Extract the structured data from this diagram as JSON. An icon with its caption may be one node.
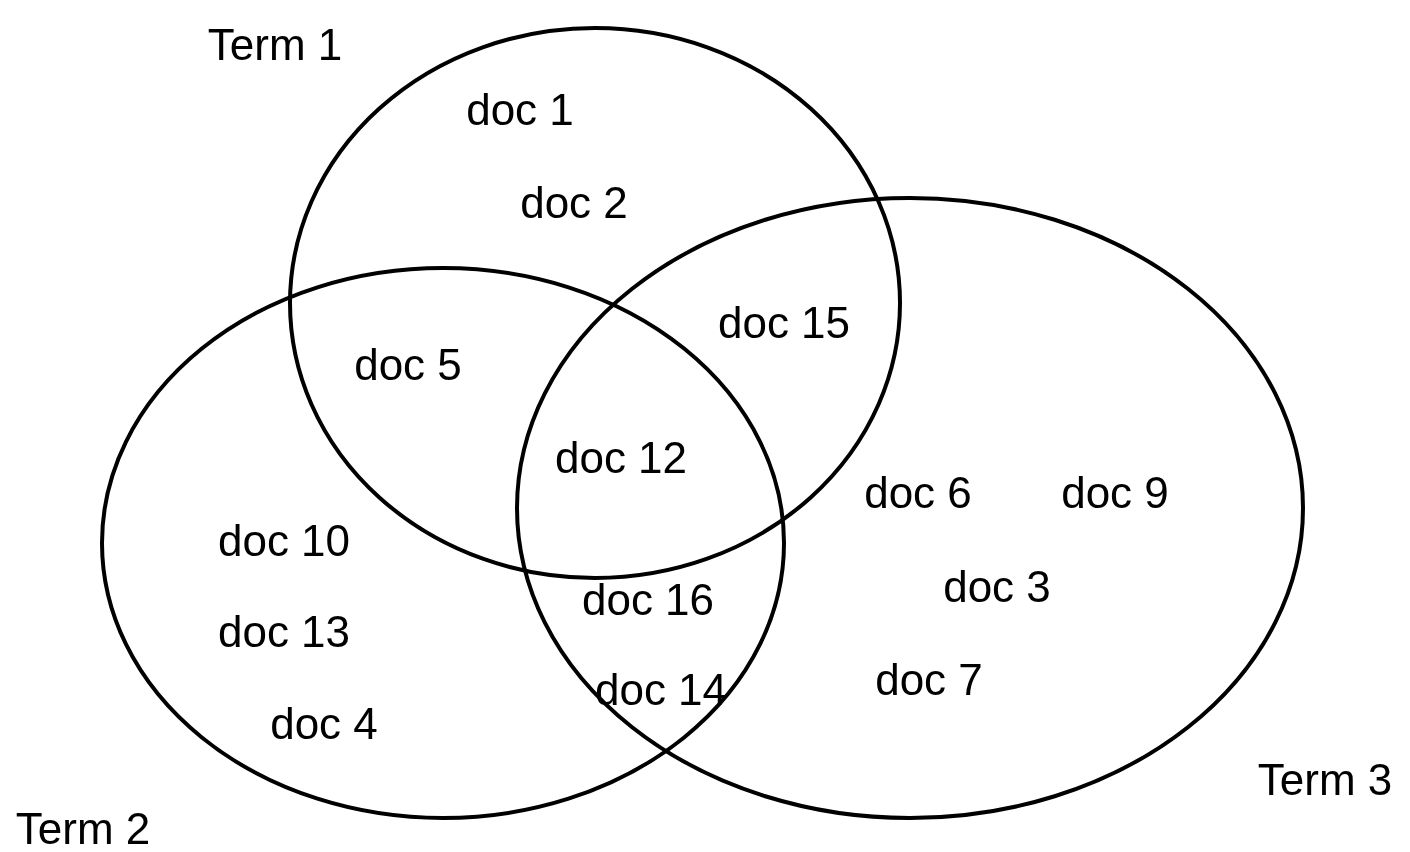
{
  "diagram": {
    "nodes": [
      {
        "text": [
          "Term 1"
        ]
      },
      {
        "text": [
          "Term 2"
        ]
      },
      {
        "text": [
          "Term 3"
        ]
      }
    ],
    "edges": [],
    "labels": [
      "doc 1",
      "doc 2",
      "doc 15",
      "doc 5",
      "doc 12",
      "doc 6",
      "doc 9",
      "doc 10",
      "doc 3",
      "doc 16",
      "doc 13",
      "doc 7",
      "doc 14",
      "doc 4"
    ]
  }
}
